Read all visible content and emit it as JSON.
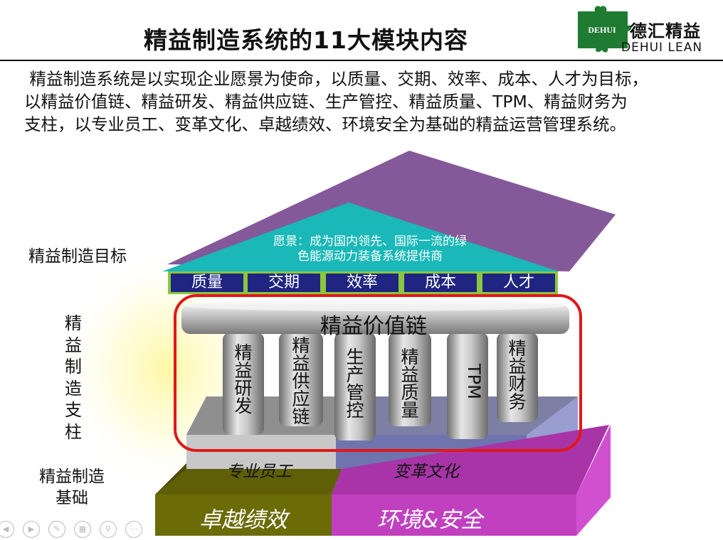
{
  "header": {
    "title": "精益制造系统的11大模块内容",
    "logo_badge": "DEHUI",
    "logo_cn": "德汇精益",
    "logo_en": "DEHUI LEAN"
  },
  "intro": {
    "lines": [
      " 精益制造系统是以实现企业愿景为使命，以质量、交期、效率、成本、人才为目标，",
      "以精益价值链、精益研发、精益供应链、生产管控、精益质量、TPM、精益财务为",
      "支柱，以专业员工、变革文化、卓越绩效、环境安全为基础的精益运营管理系统。"
    ]
  },
  "side_labels": {
    "goal": "精益制造目标",
    "pillar": [
      "精",
      "益",
      "制",
      "造",
      "支",
      "柱"
    ],
    "base_line1": "精益制造",
    "base_line2": "基础"
  },
  "roof": {
    "vision_line1": "愿景：成为国内领先、国际一流的绿",
    "vision_line2": "色能源动力装备系统提供商"
  },
  "goals": [
    "质量",
    "交期",
    "效率",
    "成本",
    "人才"
  ],
  "beam": "精益价值链",
  "pillars": [
    [
      "精",
      "益",
      "研",
      "发"
    ],
    [
      "精",
      "益",
      "供",
      "应",
      "链"
    ],
    [
      "生",
      "产",
      "管",
      "控"
    ],
    [
      "精",
      "益",
      "质",
      "量"
    ],
    [
      "TPM"
    ],
    [
      "精",
      "益",
      "财",
      "务"
    ]
  ],
  "foundation": {
    "upper_left": "专业员工",
    "upper_right": "变革文化",
    "lower_left": "卓越绩效",
    "lower_right": "环境&安全"
  },
  "colors": {
    "roof_purple": "#84599a",
    "roof_cyan": "#1ab8b8",
    "goal_box": "#1f2580",
    "goal_border": "#8ac63f",
    "frame_red": "#e01818",
    "logo_green": "#1f7a32",
    "olive": "#6b6b08",
    "magenta": "#c040c0",
    "steel_blue": "#5a5e9a"
  },
  "nav_icons": [
    "prev-icon",
    "next-icon",
    "pen-icon",
    "slides-icon",
    "zoom-icon",
    "more-icon"
  ]
}
